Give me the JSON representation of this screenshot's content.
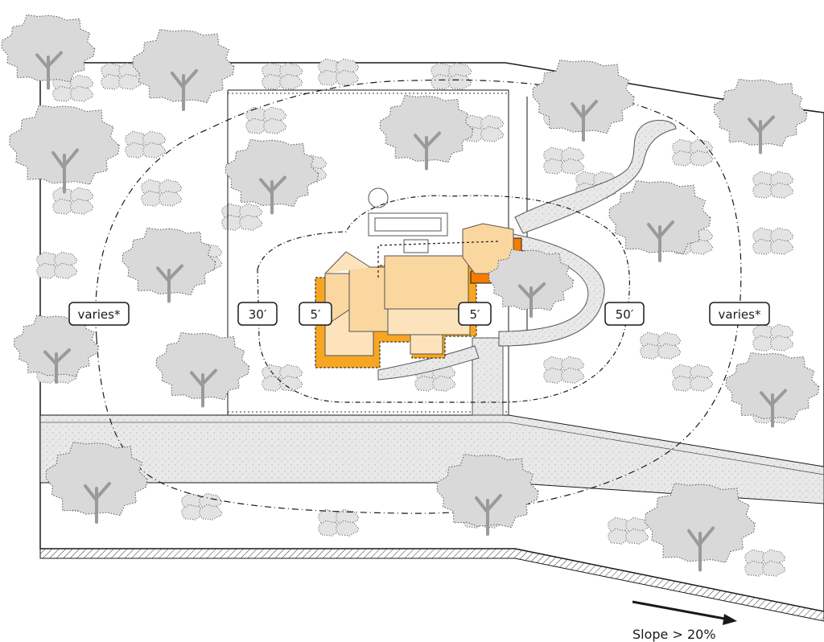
{
  "zones": {
    "outer_left": "varies*",
    "outer_right": "varies*",
    "intermediate": "30′",
    "intermediate_right": "50′",
    "immediate_left": "5′",
    "immediate_right": "5′"
  },
  "slope": {
    "label": "Slope > 20%"
  },
  "colors": {
    "tree_fill": "#d9d9d9",
    "shrub_fill": "#e3e3e3",
    "house_fill": "#fbd7a0",
    "immediate_zone": "#f6a623",
    "steep_zone": "#f57c00",
    "road_fill": "#e8e8e8",
    "line": "#1a1a1a"
  }
}
